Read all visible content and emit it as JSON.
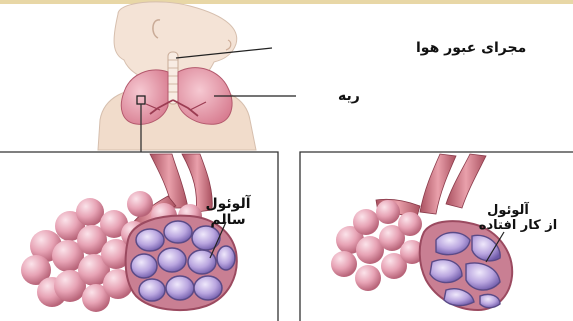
{
  "labels": {
    "airway": "مجرای عبور هوا",
    "lung": "ریه",
    "healthy_line1": "آلوئول",
    "healthy_line2": "سالم",
    "damaged_line1": "آلوئول",
    "damaged_line2": "از کار افتاده"
  },
  "colors": {
    "background": "#ffffff",
    "top_border": "#e8d7a6",
    "skin": "#f1dccb",
    "lung": "#e79aa9",
    "alveoli": "#e7a3b5",
    "airway_tissue": "#c96e7a",
    "cell_fill": "#a78ad0",
    "frame": "#333333"
  }
}
